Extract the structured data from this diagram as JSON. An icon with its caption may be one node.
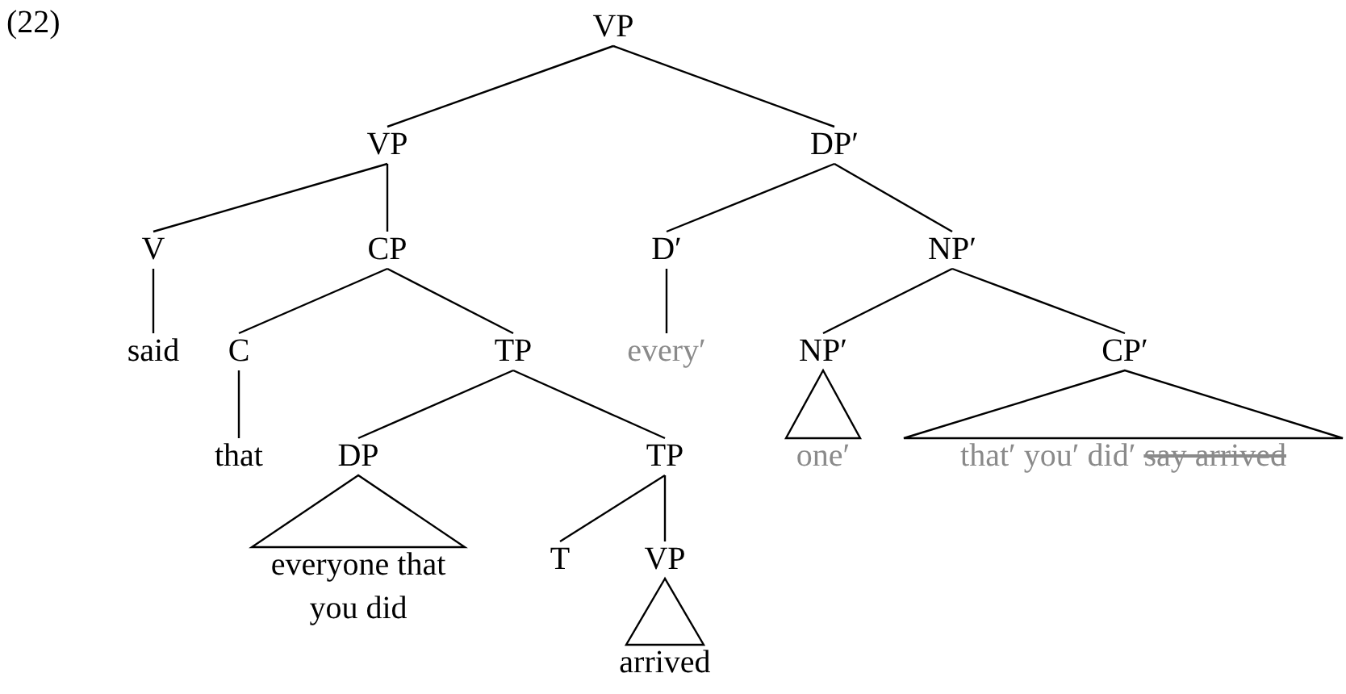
{
  "diagram": {
    "nodes": [
      {
        "text": [
          "VP"
        ]
      },
      {
        "text": [
          "VP"
        ]
      },
      {
        "text": [
          "DP′"
        ]
      },
      {
        "text": [
          "V"
        ]
      },
      {
        "text": [
          "CP"
        ]
      },
      {
        "text": [
          "D′"
        ]
      },
      {
        "text": [
          "NP′"
        ]
      },
      {
        "text": [
          "said"
        ]
      },
      {
        "text": [
          "C"
        ]
      },
      {
        "text": [
          "TP"
        ]
      },
      {
        "text": [
          "every′"
        ]
      },
      {
        "text": [
          "NP′"
        ]
      },
      {
        "text": [
          "CP′"
        ]
      },
      {
        "text": [
          "that"
        ]
      },
      {
        "text": [
          "DP"
        ]
      },
      {
        "text": [
          "TP"
        ]
      },
      {
        "text": [
          "one′"
        ]
      },
      {
        "text": [
          "that′ you′ did′",
          "say arrived"
        ]
      },
      {
        "text": [
          "everyone that you did"
        ]
      },
      {
        "text": [
          "T"
        ]
      },
      {
        "text": [
          "VP"
        ]
      },
      {
        "text": [
          "arrived"
        ]
      }
    ],
    "edges": [
      {
        "from": 0,
        "to": 1,
        "arrow": "none"
      },
      {
        "from": 0,
        "to": 2,
        "arrow": "none"
      },
      {
        "from": 1,
        "to": 3,
        "arrow": "none"
      },
      {
        "from": 1,
        "to": 4,
        "arrow": "none"
      },
      {
        "from": 2,
        "to": 5,
        "arrow": "none"
      },
      {
        "from": 2,
        "to": 6,
        "arrow": "none"
      },
      {
        "from": 3,
        "to": 7,
        "arrow": "none"
      },
      {
        "from": 4,
        "to": 8,
        "arrow": "none"
      },
      {
        "from": 4,
        "to": 9,
        "arrow": "none"
      },
      {
        "from": 5,
        "to": 10,
        "arrow": "none"
      },
      {
        "from": 6,
        "to": 11,
        "arrow": "none"
      },
      {
        "from": 6,
        "to": 12,
        "arrow": "none"
      },
      {
        "from": 8,
        "to": 13,
        "arrow": "none"
      },
      {
        "from": 9,
        "to": 14,
        "arrow": "none"
      },
      {
        "from": 9,
        "to": 15,
        "arrow": "none"
      },
      {
        "from": 11,
        "to": 16,
        "arrow": "none"
      },
      {
        "from": 12,
        "to": 17,
        "arrow": "none"
      },
      {
        "from": 14,
        "to": 18,
        "arrow": "none"
      },
      {
        "from": 15,
        "to": 19,
        "arrow": "none"
      },
      {
        "from": 15,
        "to": 20,
        "arrow": "none"
      },
      {
        "from": 20,
        "to": 21,
        "arrow": "none"
      }
    ],
    "labels": [
      "(22)"
    ]
  }
}
